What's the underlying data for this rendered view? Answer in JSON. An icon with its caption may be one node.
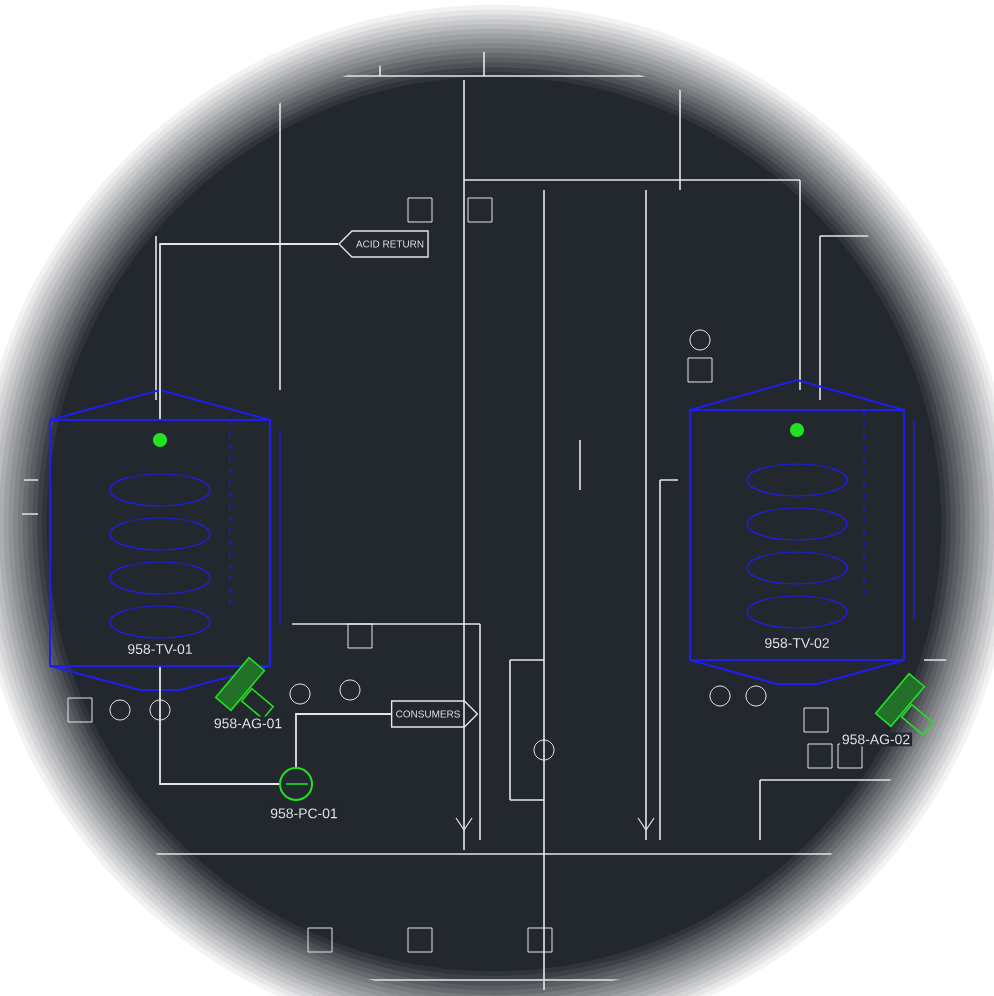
{
  "diagram": {
    "nodes": [
      {
        "text": [
          "958-TV-01"
        ]
      },
      {
        "text": [
          "958-TV-02"
        ]
      },
      {
        "text": [],
        "shape": "picture",
        "beside": [
          "958-AG-01"
        ]
      },
      {
        "text": [],
        "shape": "picture",
        "beside": [
          "958-AG-02"
        ]
      },
      {
        "text": [],
        "shape": "circle",
        "beside": [
          "958-PC-01"
        ]
      },
      {
        "text": [
          "CONSUMERS"
        ]
      },
      {
        "text": [
          "ACID RETURN"
        ]
      }
    ],
    "edges": [
      {
        "from": 0,
        "to": 4,
        "arrow": "none"
      },
      {
        "from": 4,
        "to": 5,
        "arrow": "none"
      },
      {
        "from": 6,
        "to": 0,
        "arrow": "none"
      }
    ]
  }
}
